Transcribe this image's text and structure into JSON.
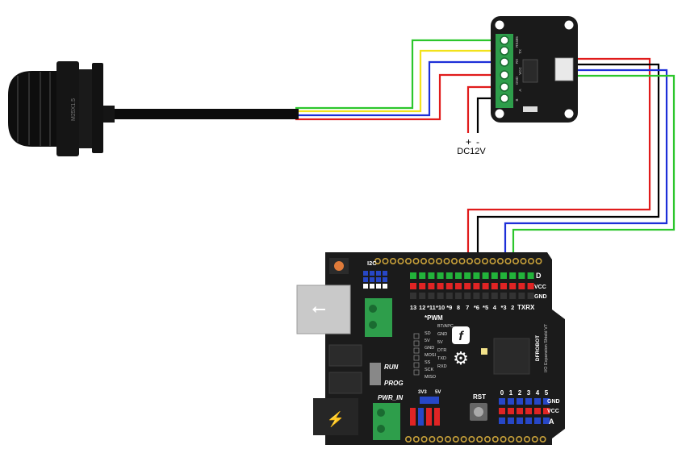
{
  "colors": {
    "wire_red": "#e01b1b",
    "wire_black": "#000000",
    "wire_blue": "#1d2fd8",
    "wire_yellow": "#f2e21a",
    "wire_green": "#2cc62c",
    "board_black": "#1b1b1b",
    "terminal_green": "#2e9e4b",
    "header_gold": "#c9a23a",
    "pin_red": "#e02424",
    "pin_green": "#22b33a",
    "pin_blue": "#2747c7"
  },
  "power": {
    "plus": "+",
    "minus": "-",
    "supply": "DC12V"
  },
  "sensor": {
    "cable_gland_text": "M25X1.5"
  },
  "converter": {
    "labels": [
      "RS485",
      "TX",
      "RX",
      "VCC",
      "GND",
      "A",
      "B"
    ]
  },
  "board": {
    "i2c": "I2C",
    "pwm": "*PWM",
    "d": "D",
    "vcc": "VCC",
    "gnd": "GND",
    "txrx": "TXRX",
    "run": "RUN",
    "prog": "PROG",
    "pwr_in": "PWR_IN",
    "rst": "RST",
    "v33": "3V3",
    "v5": "5V",
    "analog_a": "A",
    "analog_gnd": "GND",
    "analog_vcc": "VCC",
    "brand": "DFROBOT",
    "model": "I/O Expansion Shield V7",
    "digital_pins": [
      "13",
      "12",
      "*11",
      "*10",
      "*9",
      "8",
      "7",
      "*6",
      "*5",
      "4",
      "*3",
      "2"
    ],
    "analog_pins": [
      "0",
      "1",
      "2",
      "3",
      "4",
      "5"
    ],
    "icsp_labels": [
      "SD",
      "5V",
      "GND",
      "MOSI",
      "SS",
      "SCK",
      "MISO"
    ],
    "bt_labels": [
      "BT/APC",
      "GND",
      "5V",
      "DTR",
      "TXD",
      "RXD"
    ]
  }
}
